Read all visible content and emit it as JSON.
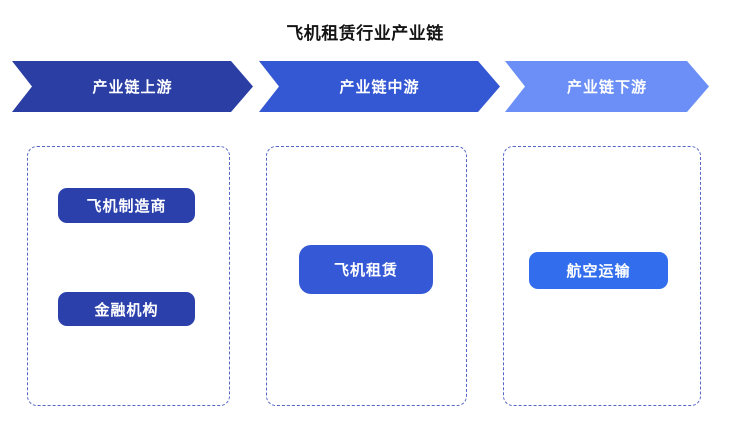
{
  "title": "飞机租赁行业产业链",
  "box_border_color": "#5666c8",
  "stages": [
    {
      "label": "产业链上游",
      "arrow_color": "#2a3ea4",
      "items": [
        {
          "label": "飞机制造商",
          "color": "#2b40ab"
        },
        {
          "label": "金融机构",
          "color": "#2b40ab"
        }
      ]
    },
    {
      "label": "产业链中游",
      "arrow_color": "#3457d3",
      "items": [
        {
          "label": "飞机租赁",
          "color": "#3559d6"
        }
      ]
    },
    {
      "label": "产业链下游",
      "arrow_color": "#6b8ff6",
      "items": [
        {
          "label": "航空运输",
          "color": "#316ded"
        }
      ]
    }
  ]
}
